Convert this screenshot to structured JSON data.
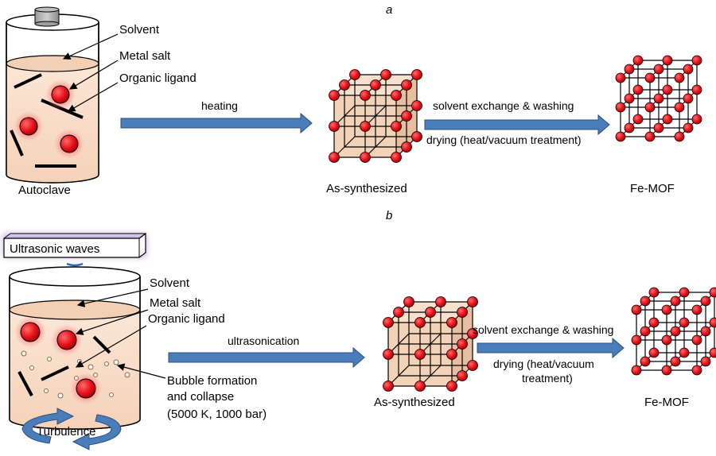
{
  "panel_a": {
    "letter": "a",
    "labels": {
      "solvent": "Solvent",
      "metal_salt": "Metal salt",
      "organic_ligand": "Organic ligand",
      "autoclave": "Autoclave",
      "heating": "heating",
      "as_synthesized": "As-synthesized",
      "solvent_exchange": "solvent exchange & washing",
      "drying": "drying (heat/vacuum treatment)",
      "fe_mof": "Fe-MOF"
    }
  },
  "panel_b": {
    "letter": "b",
    "labels": {
      "ultrasonic_waves": "Ultrasonic waves",
      "solvent": "Solvent",
      "metal_salt": "Metal salt",
      "organic_ligand": "Organic ligand",
      "bubble_1": "Bubble formation",
      "bubble_2": "and collapse",
      "bubble_3": "(5000 K, 1000 bar)",
      "turbulence": "Turbulence",
      "ultrasonication": "ultrasonication",
      "as_synthesized": "As-synthesized",
      "solvent_exchange": "solvent exchange & washing",
      "drying_1": "drying (heat/vacuum",
      "drying_2": "treatment)",
      "fe_mof": "Fe-MOF"
    }
  },
  "colors": {
    "arrow_fill": "#4a7ebb",
    "arrow_stroke": "#2b4f7e",
    "liquid": "#f8dcc6",
    "node_red": "#e8101a",
    "cube_face": "#f3d3b8",
    "glow": "#b39bd6"
  }
}
